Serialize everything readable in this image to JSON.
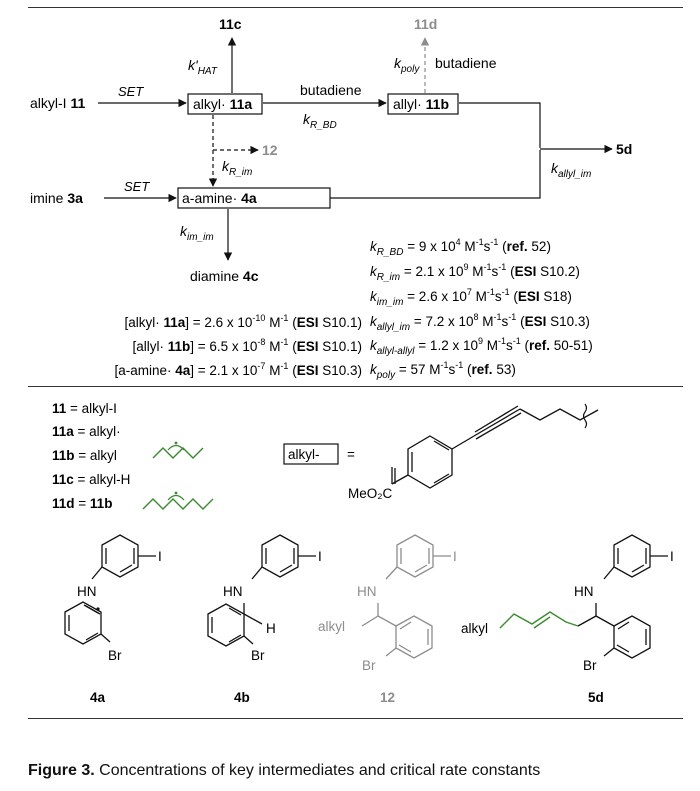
{
  "scheme": {
    "species": {
      "alkyl_iodide": {
        "text": "alkyl-I ",
        "num": "11"
      },
      "imine": {
        "text": "imine ",
        "num": "3a"
      },
      "alkyl_radical": {
        "text": "alkyl·",
        "num": "11a"
      },
      "allyl_radical": {
        "text": "allyl·",
        "num": "11b"
      },
      "amine_radical": {
        "text": "a-amine·",
        "num": "4a"
      },
      "prod_11c": "11c",
      "prod_11d": "11d",
      "prod_12": "12",
      "prod_5d": "5d",
      "diamine": {
        "text": "diamine ",
        "num": "4c"
      }
    },
    "arrow_labels": {
      "set": "SET",
      "butadiene": "butadiene",
      "k_hat": {
        "main": "k'",
        "sub": "HAT"
      },
      "k_poly": {
        "main": "k",
        "sub": "poly"
      },
      "k_rbd": {
        "main": "k",
        "sub": "R_BD"
      },
      "k_rim": {
        "main": "k",
        "sub": "R_im"
      },
      "k_allyl_im": {
        "main": "k",
        "sub": "allyl_im"
      },
      "k_im_im": {
        "main": "k",
        "sub": "im_im"
      }
    }
  },
  "concentrations": [
    {
      "pre": "[alkyl· ",
      "bold": "11a",
      "post": "] = 2.6 x 10",
      "exp": "-10",
      "unit": " M",
      "unitexp": "-1",
      "ref_bold": "ESI",
      "ref": " S10.1)"
    },
    {
      "pre": "[allyl· ",
      "bold": "11b",
      "post": "] = 6.5 x 10",
      "exp": "-8",
      "unit": " M",
      "unitexp": "-1",
      "ref_bold": "ESI",
      "ref": " S10.1)"
    },
    {
      "pre": "[a-amine· ",
      "bold": "4a",
      "post": "] = 2.1 x 10",
      "exp": "-7",
      "unit": " M",
      "unitexp": "-1",
      "ref_bold": "ESI",
      "ref": " S10.3)"
    }
  ],
  "rate_constants": [
    {
      "sub": "R_BD",
      "value": " = 9 x 10",
      "exp": "4",
      "ref_bold": "ref.",
      "ref": " 52)"
    },
    {
      "sub": "R_im",
      "value": " = 2.1 x 10",
      "exp": "9",
      "ref_bold": "ESI",
      "ref": " S10.2)"
    },
    {
      "sub": "im_im",
      "value": " = 2.6 x 10",
      "exp": "7",
      "ref_bold": "ESI",
      "ref": " S18)"
    },
    {
      "sub": "allyl_im",
      "value": " =  7.2 x 10",
      "exp": "8",
      "ref_bold": "ESI",
      "ref": " S10.3)"
    },
    {
      "sub": "allyl-allyl",
      "value": " = 1.2 x 10",
      "exp": "9",
      "ref_bold": "ref.",
      "ref": " 50-51)"
    },
    {
      "sub": "poly",
      "value": " = 57",
      "exp": "",
      "ref_bold": "ref.",
      "ref": " 53)"
    }
  ],
  "legend": {
    "rows": [
      {
        "bold": "11",
        "text": " = alkyl-I"
      },
      {
        "bold": "11a",
        "text": " = alkyl·"
      },
      {
        "bold": "11b",
        "text": " = alkyl"
      },
      {
        "bold": "11c",
        "text": " = alkyl-H"
      },
      {
        "bold": "11d",
        "text": " = ",
        "bold2": "11b"
      }
    ],
    "alkyl_def": "alkyl-",
    "equals": "=",
    "ester": "MeO₂C"
  },
  "structures": [
    {
      "label": "4a",
      "hn": "HN",
      "i": "I",
      "br": "Br",
      "h": ""
    },
    {
      "label": "4b",
      "hn": "HN",
      "i": "I",
      "br": "Br",
      "h": "H"
    },
    {
      "label": "12",
      "hn": "HN",
      "i": "I",
      "br": "Br",
      "alkyl": "alkyl"
    },
    {
      "label": "5d",
      "hn": "HN",
      "i": "I",
      "br": "Br",
      "alkyl": "alkyl"
    }
  ],
  "caption": {
    "bold": "Figure 3.",
    "text": " Concentrations of key intermediates and critical rate constants"
  },
  "colors": {
    "green": "#3a8a2e",
    "gray": "#8c8c8c",
    "ink": "#111111"
  }
}
